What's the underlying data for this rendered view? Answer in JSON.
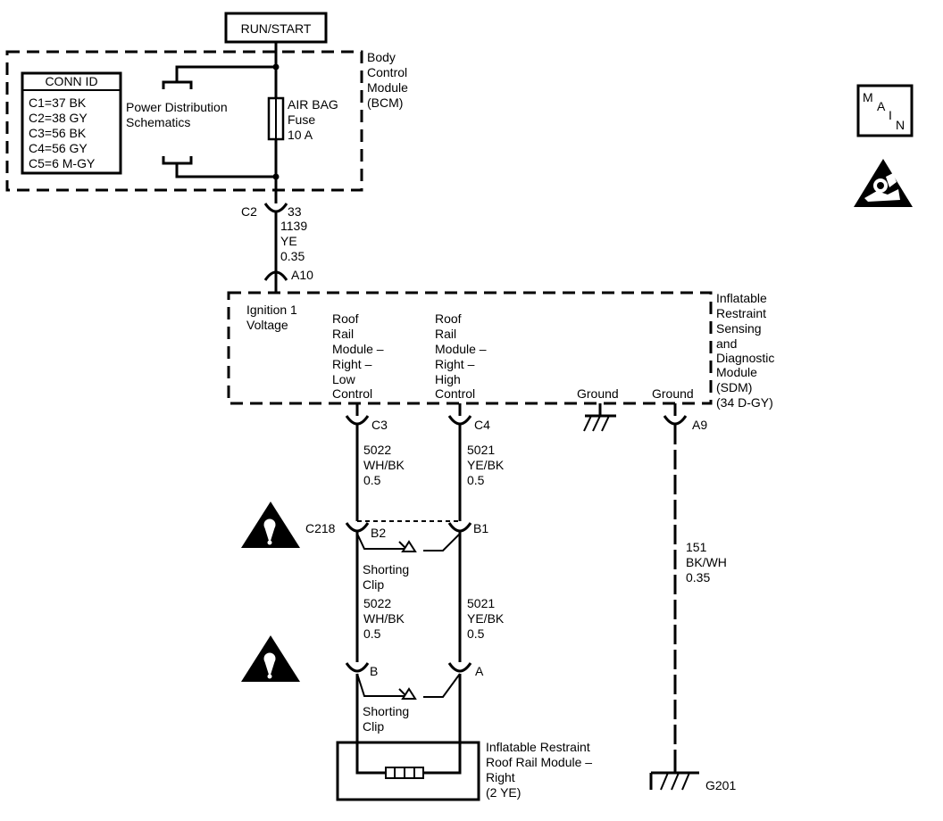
{
  "run_start": "RUN/START",
  "bcm": {
    "label_lines": [
      "Body",
      "Control",
      "Module",
      "(BCM)"
    ],
    "conn_id": {
      "title": "CONN ID",
      "rows": [
        "C1=37 BK",
        "C2=38 GY",
        "C3=56 BK",
        "C4=56 GY",
        "C5=6 M-GY"
      ]
    },
    "power_dist_lines": [
      "Power Distribution",
      "Schematics"
    ],
    "fuse_lines": [
      "AIR BAG",
      "Fuse",
      "10 A"
    ],
    "connector": "C2",
    "pin": "33"
  },
  "wire_1139": [
    "1139",
    "YE",
    "0.35"
  ],
  "sdm": {
    "pin_a10": "A10",
    "ignition_lines": [
      "Ignition 1",
      "Voltage"
    ],
    "low_control_lines": [
      "Roof",
      "Rail",
      "Module –",
      "Right –",
      "Low",
      "Control"
    ],
    "high_control_lines": [
      "Roof",
      "Rail",
      "Module –",
      "Right –",
      "High",
      "Control"
    ],
    "ground_1": "Ground",
    "ground_2": "Ground",
    "label_lines": [
      "Inflatable",
      "Restraint",
      "Sensing",
      "and",
      "Diagnostic",
      "Module",
      "(SDM)",
      "(34 D-GY)"
    ],
    "pin_c3": "C3",
    "pin_c4": "C4",
    "pin_a9": "A9"
  },
  "wire_5022_upper": [
    "5022",
    "WH/BK",
    "0.5"
  ],
  "wire_5021_upper": [
    "5021",
    "YE/BK",
    "0.5"
  ],
  "c218": {
    "connector": "C218",
    "pin_b2": "B2",
    "pin_b1": "B1",
    "shorting_clip_lines": [
      "Shorting",
      "Clip"
    ]
  },
  "wire_5022_lower": [
    "5022",
    "WH/BK",
    "0.5"
  ],
  "wire_5021_lower": [
    "5021",
    "YE/BK",
    "0.5"
  ],
  "wire_151": [
    "151",
    "BK/WH",
    "0.35"
  ],
  "module_conn": {
    "pin_b": "B",
    "pin_a": "A",
    "shorting_clip_lines": [
      "Shorting",
      "Clip"
    ]
  },
  "roof_rail_module_lines": [
    "Inflatable Restraint",
    "Roof Rail Module –",
    "Right",
    "(2 YE)"
  ],
  "ground_g201": "G201",
  "main_icon_letters": [
    "M",
    "A",
    "I",
    "N"
  ],
  "icons": [
    "main-index-icon",
    "airbag-warning-icon",
    "caution-icon"
  ]
}
